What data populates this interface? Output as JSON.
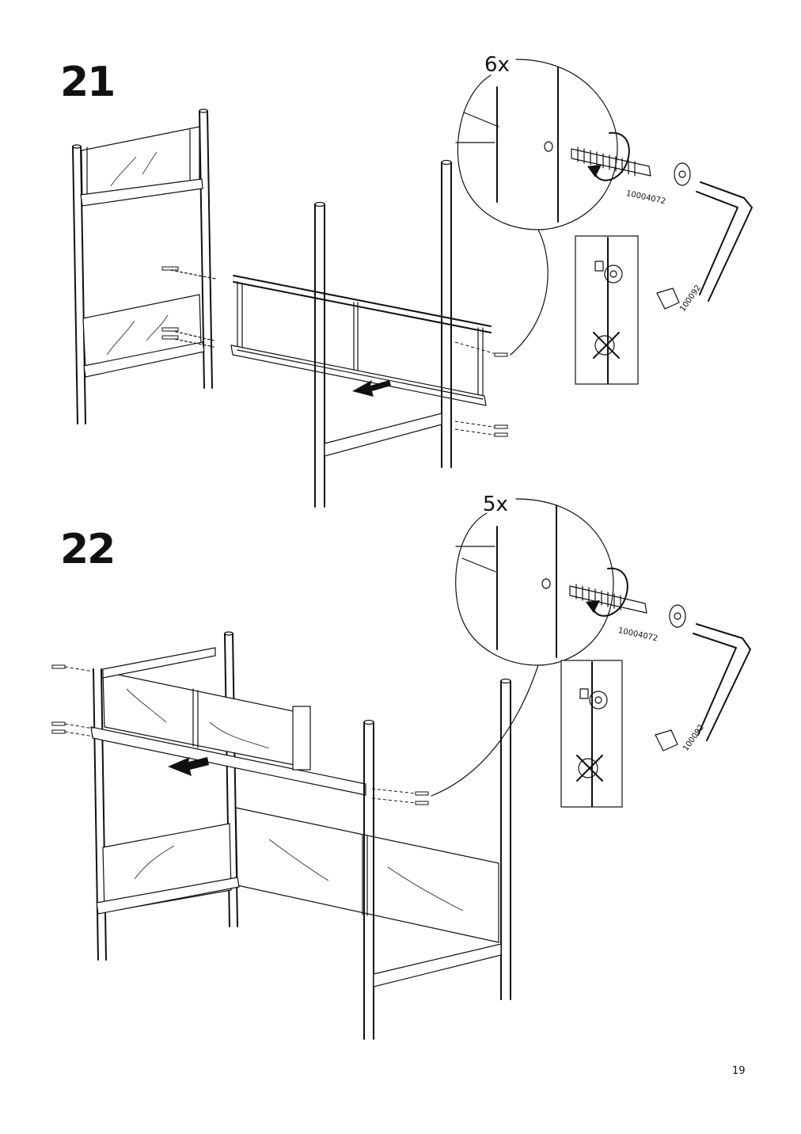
{
  "steps": [
    {
      "number": "21",
      "quantity": "6x",
      "bolt_part": "10004072",
      "key_part": "100092"
    },
    {
      "number": "22",
      "quantity": "5x",
      "bolt_part": "10004072",
      "key_part": "100092"
    }
  ],
  "footer": {
    "page_number": "19"
  },
  "icons": {
    "correct": "bolt-flush-icon",
    "incorrect": "crossed-out-icon",
    "push_direction": "arrow-icon",
    "rotate_direction": "curved-arrow-icon"
  }
}
